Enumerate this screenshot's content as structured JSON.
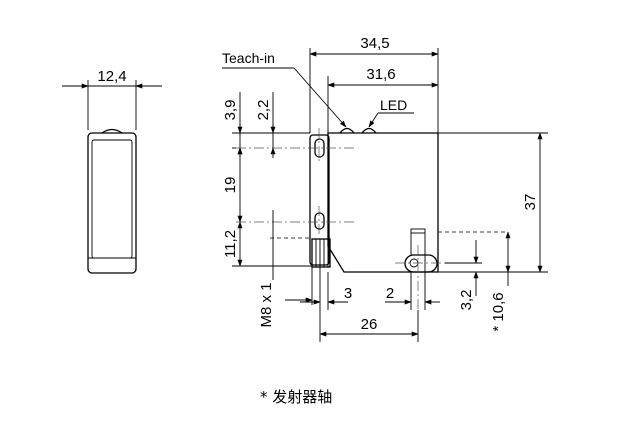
{
  "labels": {
    "teach_in": "Teach-in",
    "led": "LED"
  },
  "dimensions": {
    "side_width": "12,4",
    "overall_width": "34,5",
    "body_width": "31,6",
    "top_offset_a": "3,9",
    "top_offset_b": "2,2",
    "hole_spacing": "19",
    "lower_offset": "11,2",
    "thread": "M8 x 1",
    "connector_offset": "3",
    "optic_offset": "2",
    "hole_pitch": "26",
    "height": "37",
    "axis_offset": "3,2",
    "axis_height": "* 10,6"
  },
  "footnote": "* 发射器轴"
}
